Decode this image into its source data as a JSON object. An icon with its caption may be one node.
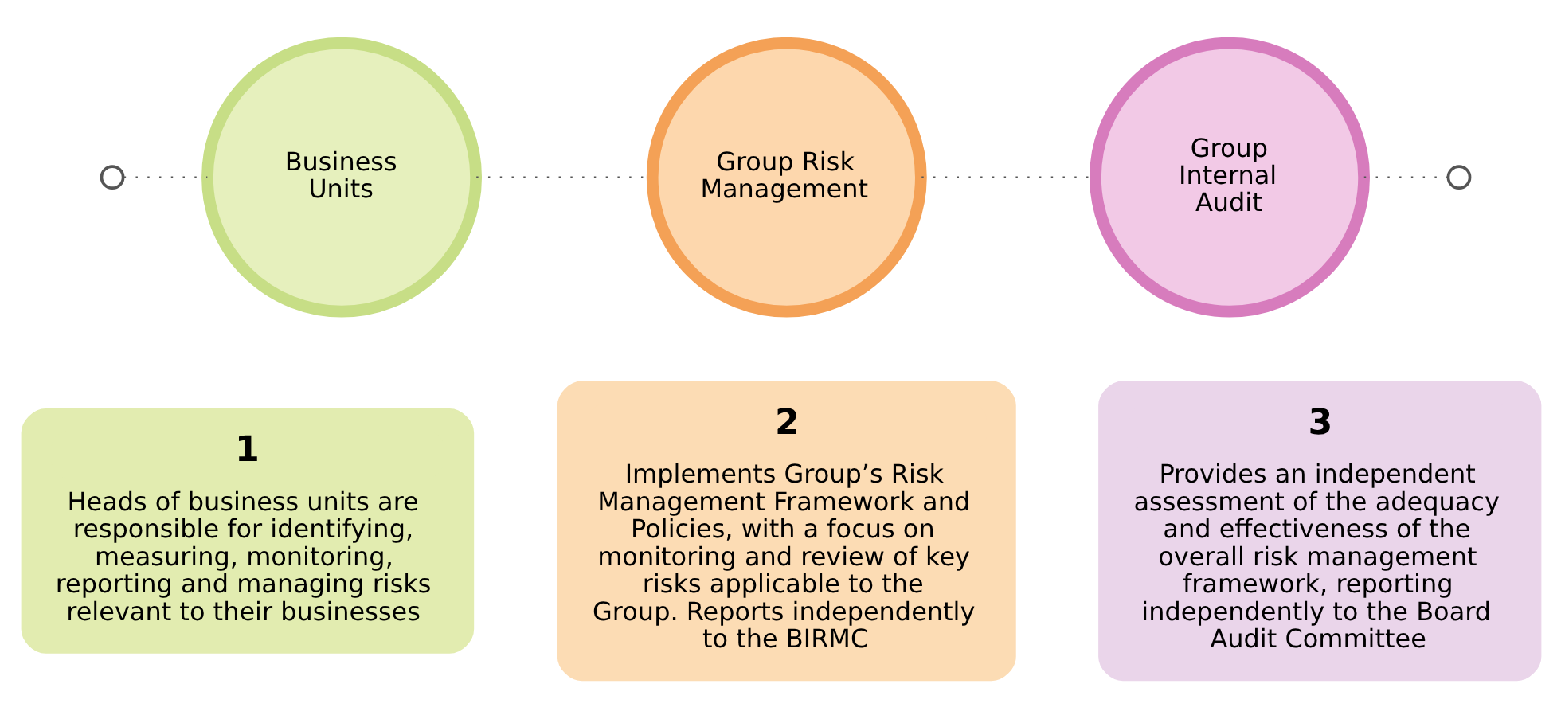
{
  "diagram": {
    "nodes": [
      {
        "text": [],
        "shape": "circle"
      },
      {
        "text": [
          "Business Units"
        ]
      },
      {
        "text": [
          "Group Risk Management"
        ]
      },
      {
        "text": [
          "Group Internal Audit"
        ]
      },
      {
        "text": [],
        "shape": "circle"
      },
      {
        "text": [
          "1",
          "Heads of business units are responsible for identifying, measuring, monitoring, reporting and managing risks relevant to their businesses"
        ]
      },
      {
        "text": [
          "2",
          "Implements Group’s Risk Management Framework and Policies, with a focus on monitoring and review of key risks applicable to the Group. Reports independently to the BIRMC"
        ]
      },
      {
        "text": [
          "3",
          "Provides an independent assessment of the adequacy and effectiveness of the overall risk management framework, reporting independently to the Board Audit Committee"
        ]
      }
    ],
    "edges": [
      {
        "from": 0,
        "to": 1,
        "arrow": "none"
      },
      {
        "from": 1,
        "to": 2,
        "arrow": "none"
      },
      {
        "from": 2,
        "to": 3,
        "arrow": "none"
      },
      {
        "from": 3,
        "to": 4,
        "arrow": "none"
      }
    ]
  }
}
